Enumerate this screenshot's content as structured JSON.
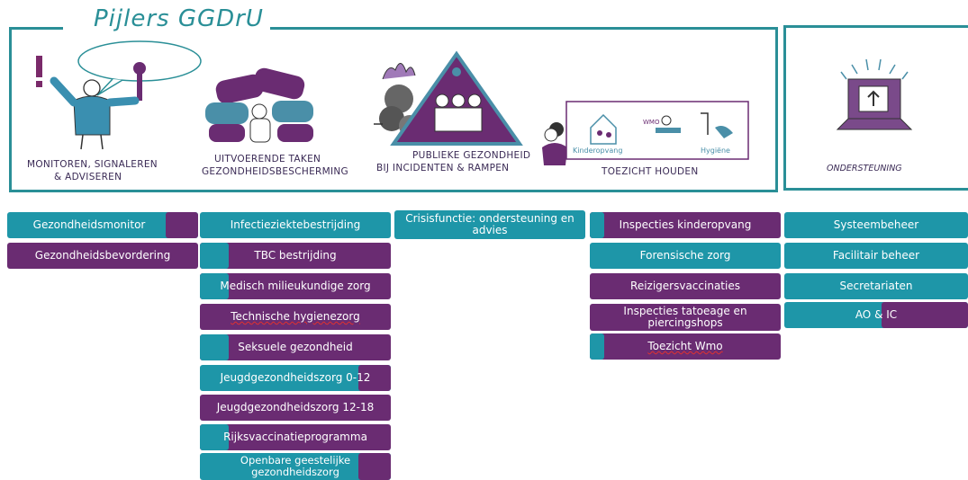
{
  "header": {
    "title": "Pijlers GGDrU",
    "pillars": [
      {
        "label_line1": "Monitoren, signaleren",
        "label_line2": "& adviseren"
      },
      {
        "label_line1": "Uitvoerende taken",
        "label_line2": "gezondheidsbescherming"
      },
      {
        "label_line1": "Publieke gezondheid",
        "label_line2": "bij incidenten & rampen"
      },
      {
        "label_line1": "Toezicht houden",
        "label_line2": ""
      }
    ],
    "toezicht_card": {
      "kinderopvang": "Kinderopvang",
      "wmo": "WMO",
      "hygiene": "Hygiëne"
    },
    "side_label": "Ondersteuning"
  },
  "columns": {
    "col1": [
      "Gezondheidsmonitor",
      "Gezondheidsbevordering"
    ],
    "col2": [
      "Infectieziektebestrijding",
      "TBC bestrijding",
      "Medisch milieukundige zorg",
      "Technische hygienezorg",
      "Seksuele gezondheid",
      "Jeugdgezondheidszorg 0-12",
      "Jeugdgezondheidszorg 12-18",
      "Rijksvaccinatieprogramma",
      "Openbare geestelijke gezondheidszorg"
    ],
    "col3": [
      "Crisisfunctie: ondersteuning en advies"
    ],
    "col4": [
      "Inspecties kinderopvang",
      "Forensische zorg",
      "Reizigersvaccinaties",
      "Inspecties tatoeage en piercingshops",
      "Toezicht Wmo"
    ],
    "col5": [
      "Systeembeheer",
      "Facilitair beheer",
      "Secretariaten",
      "AO & IC"
    ]
  },
  "colors": {
    "teal": "#1e96a8",
    "purple": "#6a2c72",
    "frame": "#2a8f97"
  }
}
